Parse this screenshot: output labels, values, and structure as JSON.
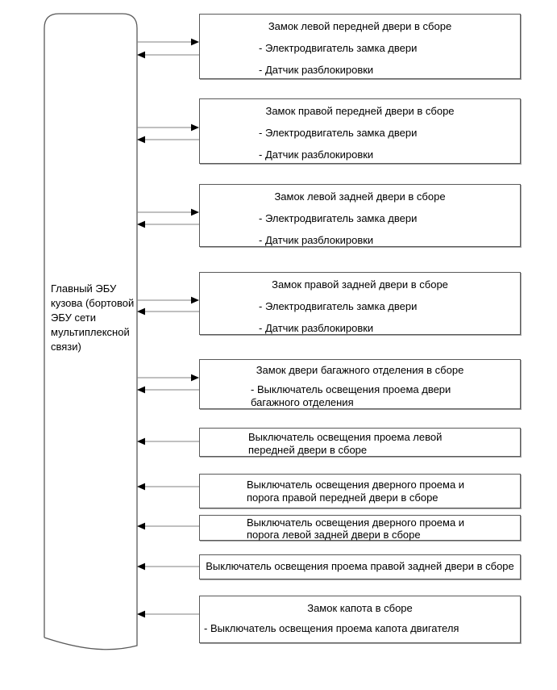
{
  "diagram": {
    "ecu": {
      "label": "Главный ЭБУ\nкузова (бортовой\nЭБУ сети\nмультиплексной\nсвязи)"
    },
    "boxes": [
      {
        "title": "Замок левой передней двери в сборе",
        "items": [
          "- Электродвигатель замка двери",
          "- Датчик разблокировки"
        ]
      },
      {
        "title": "Замок правой передней двери в сборе",
        "items": [
          "- Электродвигатель замка двери",
          "- Датчик разблокировки"
        ]
      },
      {
        "title": "Замок левой задней двери в сборе",
        "items": [
          "- Электродвигатель замка двери",
          "- Датчик разблокировки"
        ]
      },
      {
        "title": "Замок правой задней двери в сборе",
        "items": [
          "- Электродвигатель замка двери",
          "- Датчик разблокировки"
        ]
      },
      {
        "title": "Замок двери багажного отделения в сборе",
        "items": [
          "- Выключатель освещения проема двери\nбагажного отделения"
        ]
      },
      {
        "text": "Выключатель освещения проема левой\nпередней двери в сборе"
      },
      {
        "text": "Выключатель освещения дверного проема и\nпорога правой передней двери в сборе"
      },
      {
        "text": "Выключатель освещения дверного проема и\nпорога левой задней двери в сборе"
      },
      {
        "text": "Выключатель освещения проема правой задней двери в сборе"
      },
      {
        "title": "Замок капота в сборе",
        "items": [
          "- Выключатель освещения проема капота двигателя"
        ]
      }
    ],
    "colors": {
      "background": "#ffffff",
      "text": "#000000",
      "border": "#595959",
      "line": "#808080",
      "arrowhead": "#000000"
    }
  }
}
